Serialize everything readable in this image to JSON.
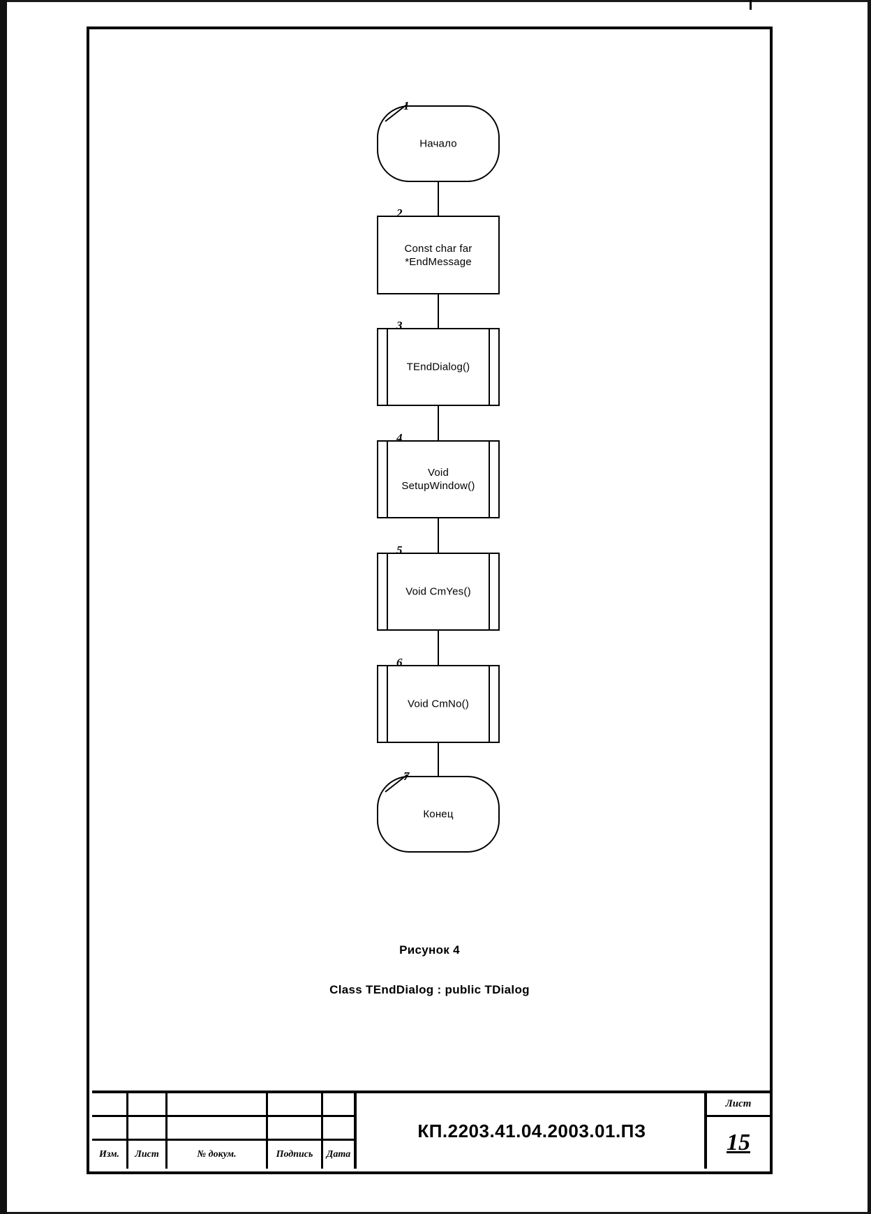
{
  "document": {
    "figure_caption": "Рисунок 4",
    "figure_subtitle": "Class TEndDialog : public TDialog"
  },
  "flowchart": {
    "type": "flowchart",
    "orientation": "vertical",
    "nodes": [
      {
        "number": "1",
        "label": "Начало",
        "shape": "terminator"
      },
      {
        "number": "2",
        "label": "Const char far\n*EndMessage",
        "shape": "process"
      },
      {
        "number": "3",
        "label": "TEndDialog()",
        "shape": "predefined-process"
      },
      {
        "number": "4",
        "label": "Void\nSetupWindow()",
        "shape": "predefined-process"
      },
      {
        "number": "5",
        "label": "Void CmYes()",
        "shape": "predefined-process"
      },
      {
        "number": "6",
        "label": "Void CmNo()",
        "shape": "predefined-process"
      },
      {
        "number": "7",
        "label": "Конец",
        "shape": "terminator"
      }
    ],
    "node_labels": {
      "n1": "Начало",
      "n2_line1": "Const char far",
      "n2_line2": "*EndMessage",
      "n3": "TEndDialog()",
      "n4_line1": "Void",
      "n4_line2": "SetupWindow()",
      "n5": "Void CmYes()",
      "n6": "Void CmNo()",
      "n7": "Конец"
    },
    "node_numbers": {
      "n1": "1",
      "n2": "2",
      "n3": "3",
      "n4": "4",
      "n5": "5",
      "n6": "6",
      "n7": "7"
    }
  },
  "title_block": {
    "columns": {
      "izm": "Изм.",
      "list": "Лист",
      "no_dokum": "№ докум.",
      "podpis": "Подпись",
      "data": "Дата"
    },
    "document_code": "КП.2203.41.04.2003.01.ПЗ",
    "sheet_label": "Лист",
    "sheet_number": "15"
  },
  "colors": {
    "ink": "#000000",
    "paper": "#ffffff"
  }
}
